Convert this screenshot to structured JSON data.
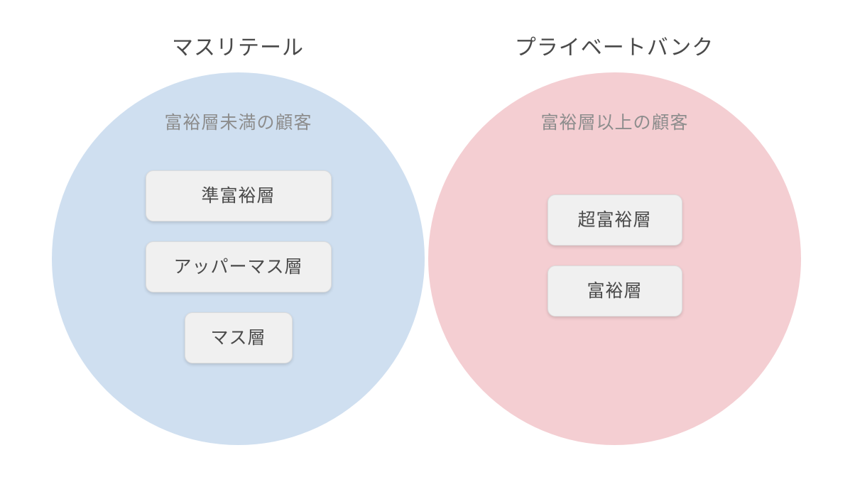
{
  "diagram": {
    "type": "two-circle-segmentation",
    "background_color": "#ffffff",
    "groups": [
      {
        "id": "mass-retail",
        "title": "マスリテール",
        "circle_caption": "富裕層未満の顧客",
        "circle_color": "#cfdff0",
        "title_color": "#4a4a4a",
        "caption_color": "#8d8d8d",
        "segments": [
          {
            "label": "準富裕層"
          },
          {
            "label": "アッパーマス層"
          },
          {
            "label": "マス層"
          }
        ]
      },
      {
        "id": "private-bank",
        "title": "プライベートバンク",
        "circle_caption": "富裕層以上の顧客",
        "circle_color": "#f4ced2",
        "title_color": "#4a4a4a",
        "caption_color": "#8d8d8d",
        "segments": [
          {
            "label": "超富裕層"
          },
          {
            "label": "富裕層"
          }
        ]
      }
    ]
  }
}
